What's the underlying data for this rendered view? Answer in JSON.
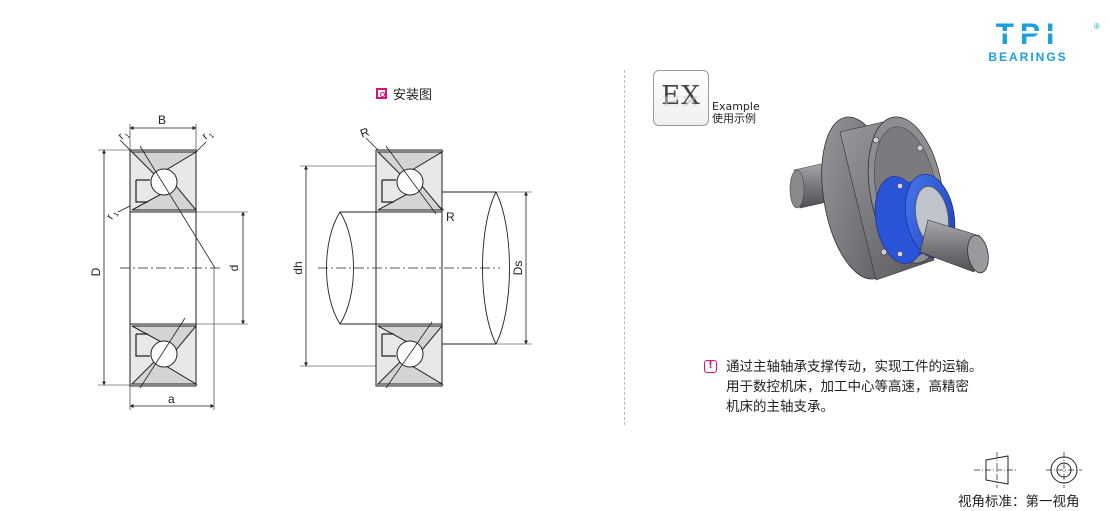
{
  "logo": {
    "brand": "TPI",
    "sub": "BEARINGS",
    "mark": "®",
    "color": "#1aa0dc"
  },
  "install": {
    "title": "安装图"
  },
  "labels": {
    "B": "B",
    "r1": "r",
    "r1_sub": "1",
    "D": "D",
    "d": "d",
    "a": "a",
    "R": "R",
    "dh": "dh",
    "Ds": "Ds"
  },
  "example": {
    "badge": "EX",
    "caption_en": "Example",
    "caption_cn": "使用示例"
  },
  "usage": {
    "lines": [
      "通过主轴轴承支撑传动，实现工件的运输。",
      "用于数控机床，加工中心等高速，高精密",
      "机床的主轴支承。"
    ]
  },
  "view": {
    "caption": "视角标准：第一视角"
  },
  "colors": {
    "accent": "#d6136f",
    "brand": "#1aa0dc",
    "shaft_blue": "#2b55d8",
    "hub_gray": "#7d7d80"
  }
}
